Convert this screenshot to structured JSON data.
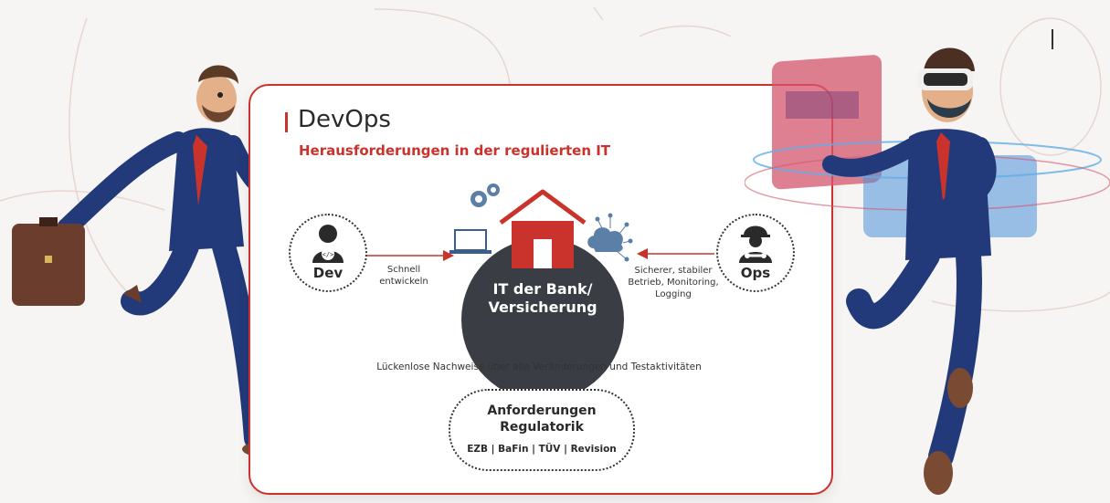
{
  "diagram": {
    "title": "DevOps",
    "subtitle": "Herausforderungen in der regulierten IT",
    "center": {
      "line1": "IT der Bank/",
      "line2": "Versicherung"
    },
    "dev": {
      "label": "Dev",
      "arrow_text_line1": "Schnell",
      "arrow_text_line2": "entwickeln"
    },
    "ops": {
      "label": "Ops",
      "arrow_text_line1": "Sicherer, stabiler",
      "arrow_text_line2": "Betrieb, Monitoring,",
      "arrow_text_line3": "Logging"
    },
    "bottom_arrow_text": "Lückenlose Nachweise über alle Veränderungen und Testaktivitäten",
    "requirements": {
      "line1": "Anforderungen",
      "line2": "Regulatorik",
      "sub": "EZB | BaFin | TÜV | Revision"
    }
  },
  "colors": {
    "accent": "#c9332b",
    "dark": "#3a3d44",
    "suit": "#233a7a"
  },
  "icons": [
    "developer-icon",
    "engineer-icon",
    "house-icon",
    "gear-icon",
    "laptop-icon",
    "cloud-network-icon"
  ]
}
